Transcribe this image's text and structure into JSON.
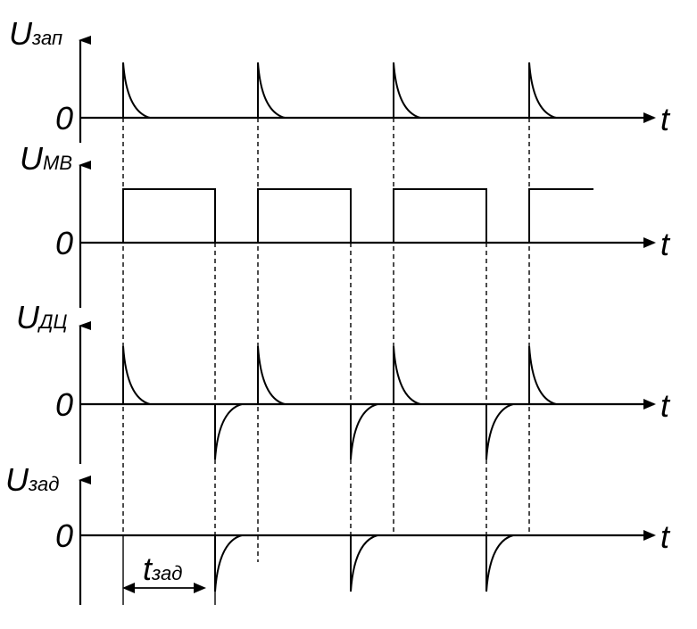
{
  "zero_label": "0",
  "time_label": "t",
  "signals": [
    {
      "id": "zap",
      "main": "U",
      "sub": "зап"
    },
    {
      "id": "mv",
      "main": "U",
      "sub": "МВ"
    },
    {
      "id": "dc",
      "main": "U",
      "sub": "ДЦ"
    },
    {
      "id": "zad",
      "main": "U",
      "sub": "зад"
    }
  ],
  "delay_marker": {
    "main": "t",
    "sub": "зад"
  }
}
